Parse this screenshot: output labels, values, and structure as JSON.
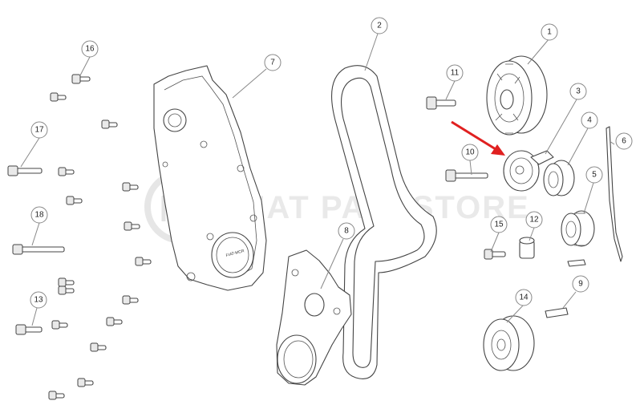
{
  "diagram": {
    "callouts": [
      {
        "id": "callout-1",
        "label": "1"
      },
      {
        "id": "callout-2",
        "label": "2"
      },
      {
        "id": "callout-3",
        "label": "3"
      },
      {
        "id": "callout-4",
        "label": "4"
      },
      {
        "id": "callout-5",
        "label": "5"
      },
      {
        "id": "callout-6",
        "label": "6"
      },
      {
        "id": "callout-7",
        "label": "7"
      },
      {
        "id": "callout-8",
        "label": "8"
      },
      {
        "id": "callout-9",
        "label": "9"
      },
      {
        "id": "callout-10",
        "label": "10"
      },
      {
        "id": "callout-11",
        "label": "11"
      },
      {
        "id": "callout-12",
        "label": "12"
      },
      {
        "id": "callout-13",
        "label": "13"
      },
      {
        "id": "callout-14",
        "label": "14"
      },
      {
        "id": "callout-15",
        "label": "15"
      },
      {
        "id": "callout-16",
        "label": "16"
      },
      {
        "id": "callout-17",
        "label": "17"
      },
      {
        "id": "callout-18",
        "label": "18"
      }
    ],
    "watermark": {
      "text": "SEAT PARTSTORE"
    },
    "pointer_arrow": {
      "color": "#e02020",
      "points_to": "3"
    },
    "cover_stamp": {
      "text": "FIAT-MCR"
    }
  }
}
